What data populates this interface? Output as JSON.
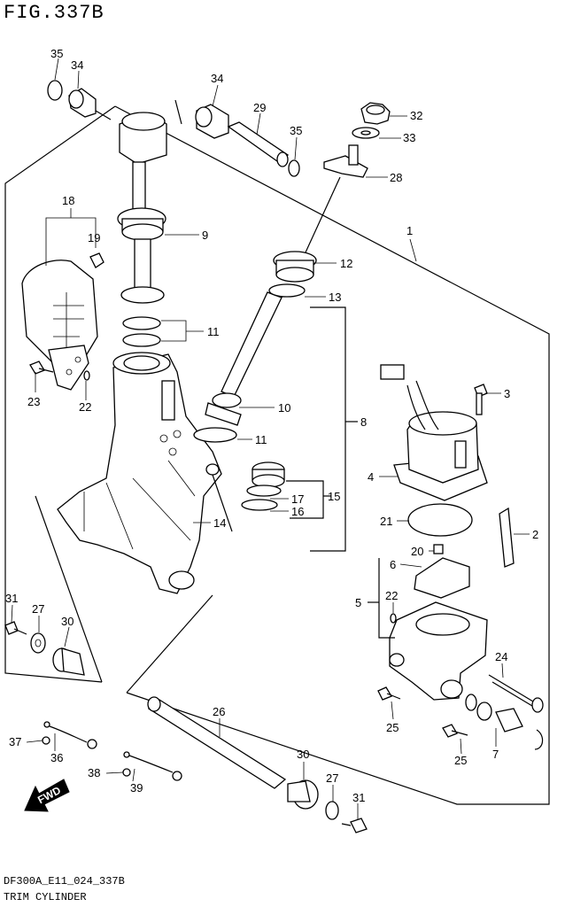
{
  "header": {
    "figure_title": "FIG.337B"
  },
  "footer": {
    "diagram_code": "DF300A_E11_024_337B",
    "diagram_name": "TRIM CYLINDER"
  },
  "direction_arrow": {
    "label": "FWD",
    "icon": "fwd-arrow-icon"
  },
  "callouts": [
    {
      "id": "c35a",
      "label": "35"
    },
    {
      "id": "c34a",
      "label": "34"
    },
    {
      "id": "c34b",
      "label": "34"
    },
    {
      "id": "c29",
      "label": "29"
    },
    {
      "id": "c35b",
      "label": "35"
    },
    {
      "id": "c32",
      "label": "32"
    },
    {
      "id": "c33",
      "label": "33"
    },
    {
      "id": "c28",
      "label": "28"
    },
    {
      "id": "c18",
      "label": "18"
    },
    {
      "id": "c19",
      "label": "19"
    },
    {
      "id": "c9",
      "label": "9"
    },
    {
      "id": "c1",
      "label": "1"
    },
    {
      "id": "c12",
      "label": "12"
    },
    {
      "id": "c13",
      "label": "13"
    },
    {
      "id": "c11a",
      "label": "11"
    },
    {
      "id": "c23",
      "label": "23"
    },
    {
      "id": "c22a",
      "label": "22"
    },
    {
      "id": "c10",
      "label": "10"
    },
    {
      "id": "c11b",
      "label": "11"
    },
    {
      "id": "c8",
      "label": "8"
    },
    {
      "id": "c3",
      "label": "3"
    },
    {
      "id": "c4",
      "label": "4"
    },
    {
      "id": "c17",
      "label": "17"
    },
    {
      "id": "c15",
      "label": "15"
    },
    {
      "id": "c16",
      "label": "16"
    },
    {
      "id": "c21",
      "label": "21"
    },
    {
      "id": "c14",
      "label": "14"
    },
    {
      "id": "c2",
      "label": "2"
    },
    {
      "id": "c20",
      "label": "20"
    },
    {
      "id": "c6",
      "label": "6"
    },
    {
      "id": "c31a",
      "label": "31"
    },
    {
      "id": "c27a",
      "label": "27"
    },
    {
      "id": "c22b",
      "label": "22"
    },
    {
      "id": "c5",
      "label": "5"
    },
    {
      "id": "c30a",
      "label": "30"
    },
    {
      "id": "c24",
      "label": "24"
    },
    {
      "id": "c26",
      "label": "26"
    },
    {
      "id": "c25a",
      "label": "25"
    },
    {
      "id": "c37",
      "label": "37"
    },
    {
      "id": "c36",
      "label": "36"
    },
    {
      "id": "c30b",
      "label": "30"
    },
    {
      "id": "c7",
      "label": "7"
    },
    {
      "id": "c25b",
      "label": "25"
    },
    {
      "id": "c38",
      "label": "38"
    },
    {
      "id": "c39",
      "label": "39"
    },
    {
      "id": "c27b",
      "label": "27"
    },
    {
      "id": "c31b",
      "label": "31"
    }
  ]
}
